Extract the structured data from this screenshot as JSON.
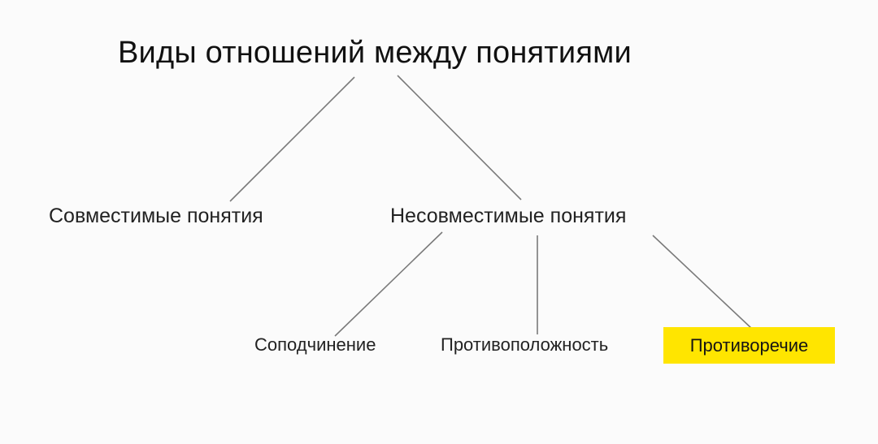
{
  "diagram": {
    "title": "Виды отношений между понятиями",
    "background_color": "#fbfbfb",
    "line_color": "#7a7a7a",
    "text_color": "#1a1a1a",
    "highlight_color": "#FFE500",
    "levels": {
      "level2": [
        {
          "label": "Совместимые понятия"
        },
        {
          "label": "Несовместимые понятия"
        }
      ],
      "level3": [
        {
          "label": "Соподчинение"
        },
        {
          "label": "Противоположность"
        },
        {
          "label": "Противоречие",
          "highlighted": true
        }
      ]
    }
  }
}
